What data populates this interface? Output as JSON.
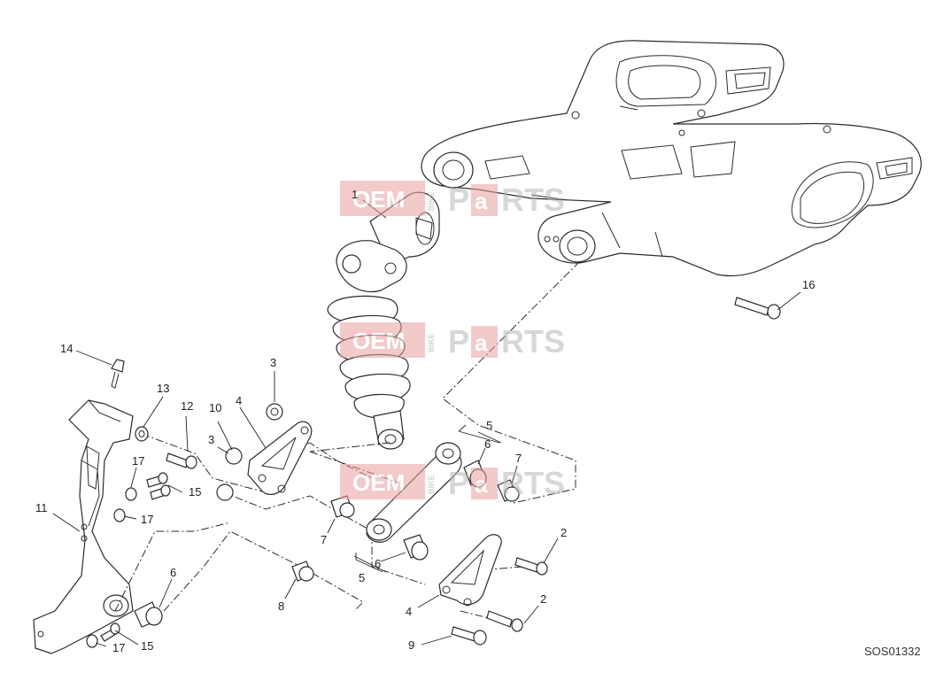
{
  "diagram": {
    "drawing_code": "SOS01332",
    "watermark": {
      "left": "OEM",
      "middle": "BIKE",
      "right_a": "P",
      "right_b": "a",
      "right_c": "RTS"
    },
    "callouts": [
      "1",
      "2",
      "2",
      "3",
      "3",
      "4",
      "4",
      "5",
      "5",
      "6",
      "6",
      "6",
      "7",
      "7",
      "7",
      "8",
      "9",
      "10",
      "11",
      "12",
      "13",
      "14",
      "15",
      "15",
      "16",
      "17",
      "17",
      "17"
    ]
  }
}
